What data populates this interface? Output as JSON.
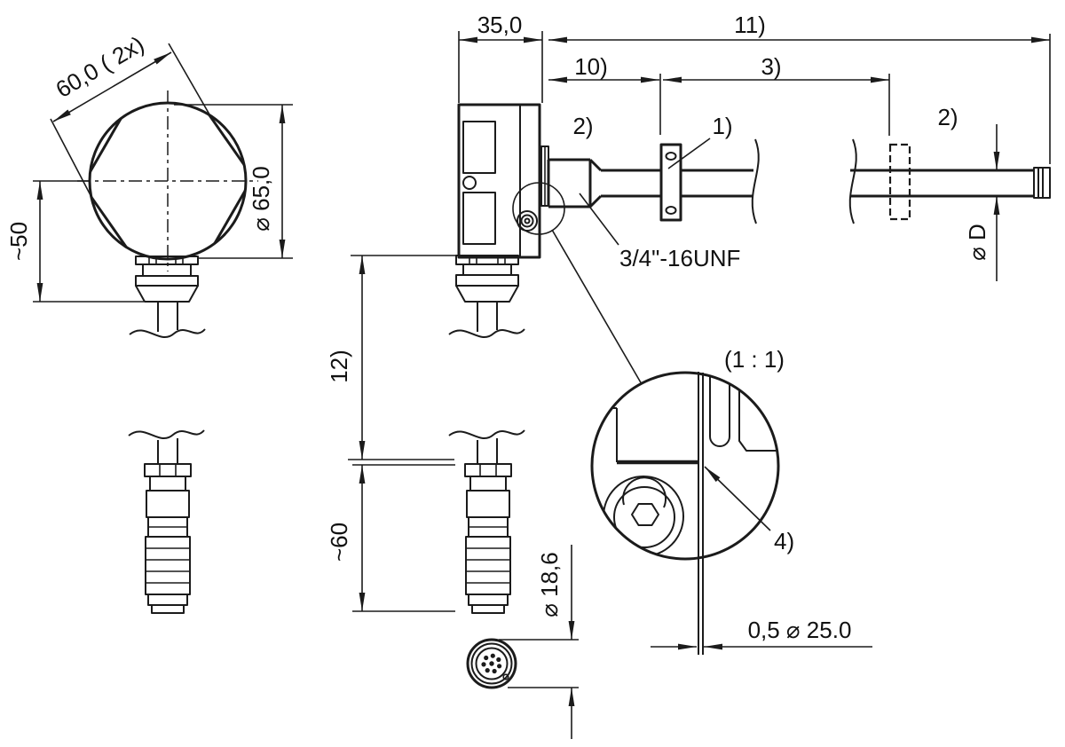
{
  "drawing": {
    "front_view": {
      "dim_across_flats": "60,0 ( 2x)",
      "dim_head_diameter": "⌀ 65,0",
      "dim_head_height": "~50"
    },
    "side_view": {
      "dim_housing_width": "35,0",
      "dim_cable_section": "12)",
      "dim_connector_length": "~60",
      "dim_connector_diameter": "⌀ 18,6"
    },
    "probe": {
      "dim_total_length": "11)",
      "dim_to_clamp": "10)",
      "dim_clamp_to_wall": "3)",
      "ref_sheath_left": "2)",
      "ref_clamp": "1)",
      "ref_sheath_right": "2)",
      "thread": "3/4\"-16UNF",
      "dim_probe_diameter": "⌀ D"
    },
    "detail_view": {
      "scale": "(1 : 1)",
      "ref_gap": "4)",
      "dim_gap": "0,5 ⌀ 25.0"
    }
  }
}
